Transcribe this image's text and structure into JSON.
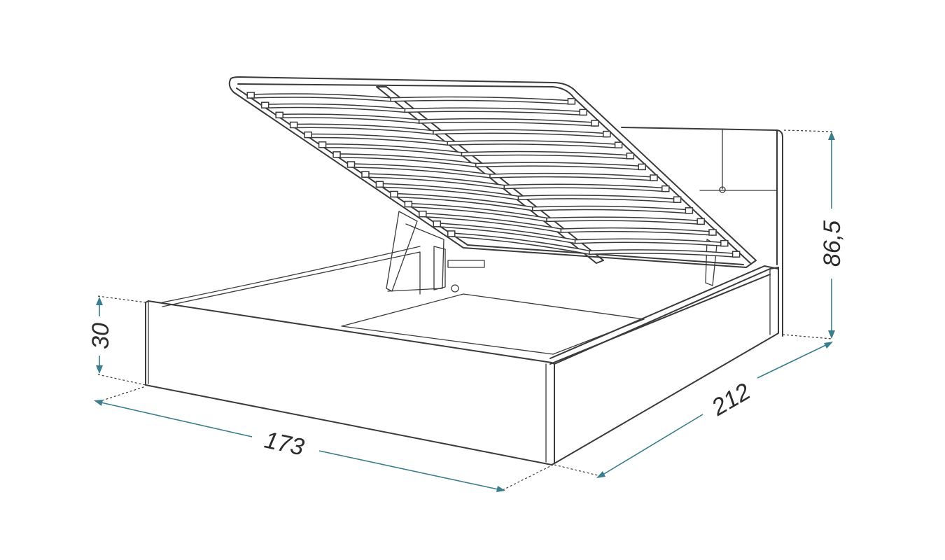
{
  "dimensions": {
    "width": "173",
    "length": "212",
    "frame_height": "30",
    "headboard_height": "86,5"
  },
  "colors": {
    "dimension_line": "#3a7d8c",
    "outline": "#3a3a3a"
  },
  "slats": {
    "count": 15
  }
}
